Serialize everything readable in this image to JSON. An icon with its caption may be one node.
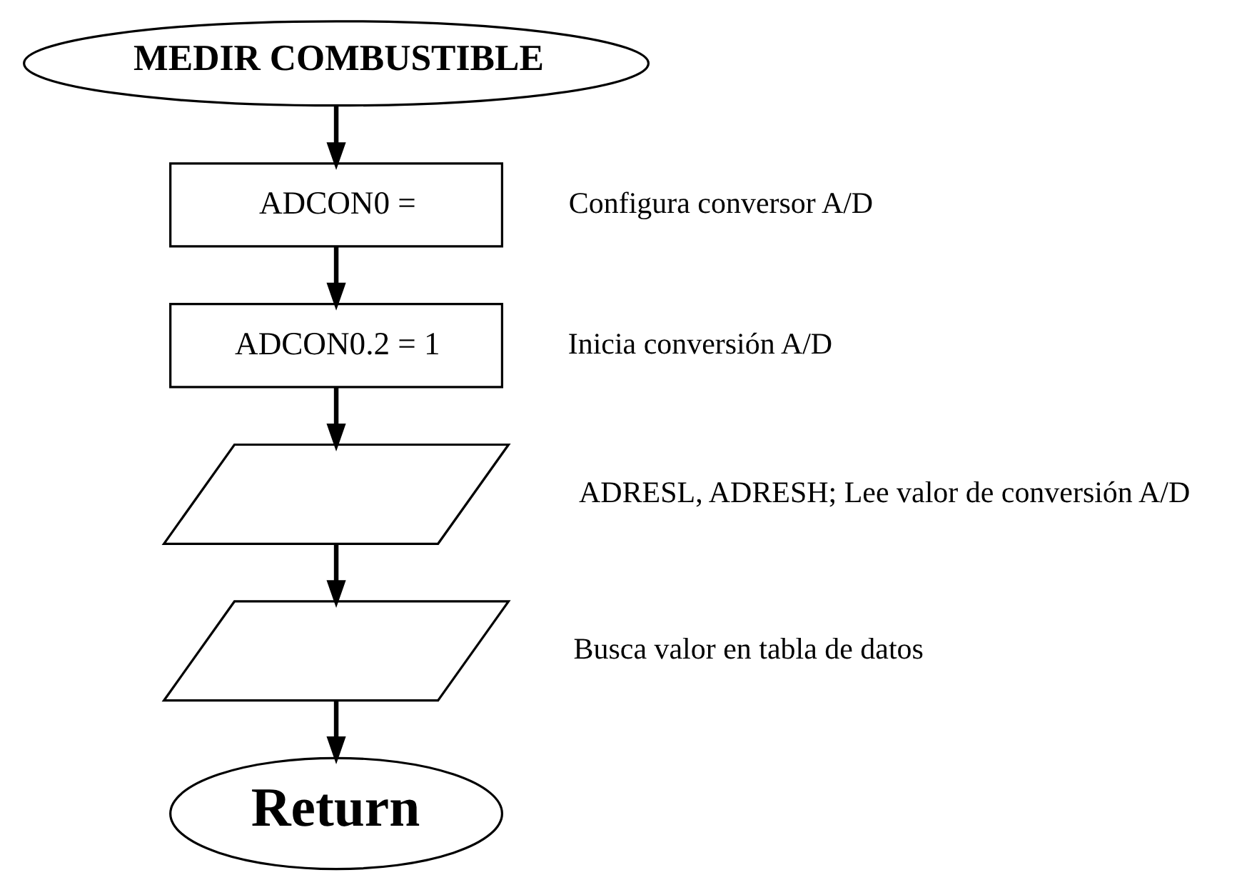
{
  "diagram": {
    "nodes": [
      {
        "text": [
          "MEDIR COMBUSTIBLE"
        ]
      },
      {
        "text": [
          "ADCON0 ="
        ],
        "beside": [
          "Configura conversor A/D"
        ]
      },
      {
        "text": [
          "ADCON0.2 = 1"
        ],
        "beside": [
          "Inicia conversión A/D"
        ]
      },
      {
        "text": [],
        "shape": "parallelogram",
        "beside": [
          "ADRESL, ADRESH; Lee valor de conversión A/D"
        ]
      },
      {
        "text": [],
        "shape": "parallelogram",
        "beside": [
          "Busca valor en tabla de datos"
        ]
      },
      {
        "text": [
          "Return"
        ]
      }
    ],
    "edges": [
      {
        "from": 0,
        "to": 1,
        "arrow": "to"
      },
      {
        "from": 1,
        "to": 2,
        "arrow": "to"
      },
      {
        "from": 2,
        "to": 3,
        "arrow": "to"
      },
      {
        "from": 3,
        "to": 4,
        "arrow": "to"
      },
      {
        "from": 4,
        "to": 5,
        "arrow": "to"
      }
    ]
  }
}
